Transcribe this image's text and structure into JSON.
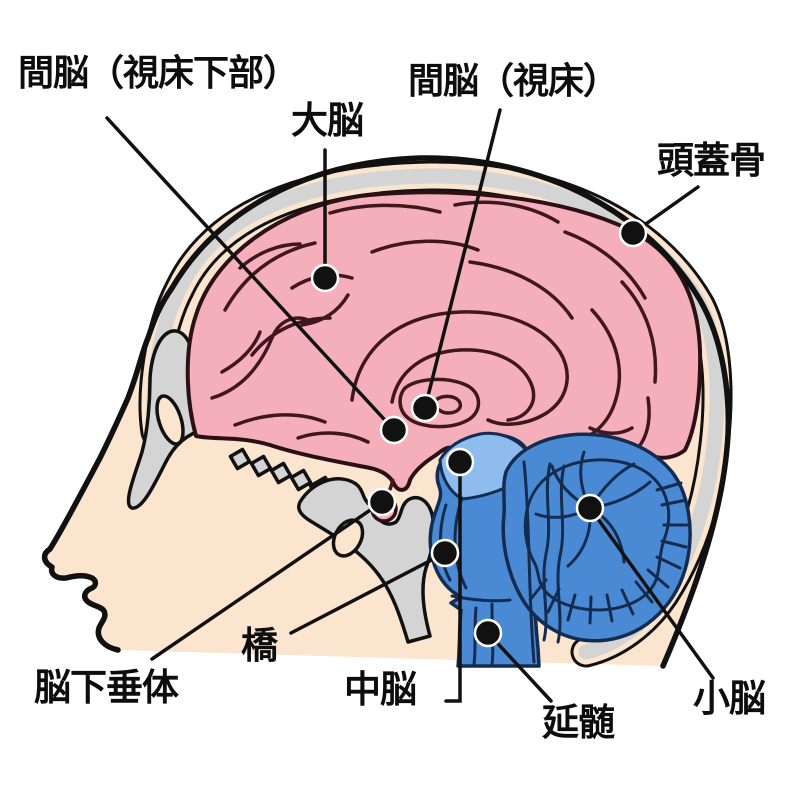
{
  "figure": {
    "title": "brain sagittal section diagram",
    "labels": {
      "hypothalamus": "間脳（視床下部）",
      "cerebrum": "大脳",
      "thalamus": "間脳（視床）",
      "skull": "頭蓋骨",
      "pituitary": "脳下垂体",
      "pons": "橋",
      "midbrain": "中脳",
      "medulla": "延髄",
      "cerebellum": "小脳"
    },
    "colors": {
      "background": "#ffffff",
      "skin": "#fbe5cf",
      "skull_bone": "#d4d4d4",
      "cerebrum_pink": "#f5afbb",
      "brainstem_blue": "#4a8ad4",
      "midbrain_light_blue": "#8fbcee",
      "outline_black": "#111111",
      "gyri_line": "#41171f",
      "blue_line": "#142c50"
    }
  }
}
